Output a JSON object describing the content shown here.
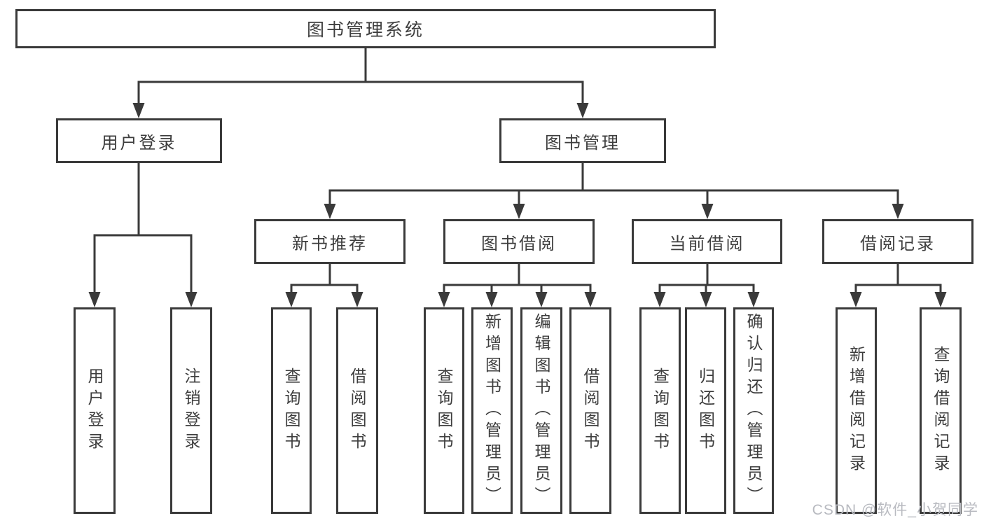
{
  "diagram": {
    "root": {
      "label": "图书管理系统"
    },
    "level2": {
      "user_login": {
        "label": "用户登录"
      },
      "book_mgmt": {
        "label": "图书管理"
      }
    },
    "level3": {
      "new_book_rec": {
        "label": "新书推荐"
      },
      "book_borrow": {
        "label": "图书借阅"
      },
      "current_borrow": {
        "label": "当前借阅"
      },
      "borrow_record": {
        "label": "借阅记录"
      }
    },
    "leaves": {
      "user_login": {
        "label": "用户登录"
      },
      "logout": {
        "label": "注销登录"
      },
      "rec_query_book": {
        "label": "查询图书"
      },
      "rec_borrow_book": {
        "label": "借阅图书"
      },
      "borrow_query_book": {
        "label": "查询图书"
      },
      "borrow_add_book": {
        "label": "新增图书（管理员）"
      },
      "borrow_edit_book": {
        "label": "编辑图书（管理员）"
      },
      "borrow_borrow_book": {
        "label": "借阅图书"
      },
      "current_query_book": {
        "label": "查询图书"
      },
      "current_return_book": {
        "label": "归还图书"
      },
      "current_confirm_return": {
        "label": "确认归还（管理员）"
      },
      "record_add": {
        "label": "新增借阅记录"
      },
      "record_query": {
        "label": "查询借阅记录"
      }
    },
    "watermark": "CSDN @软件_小贺同学",
    "colors": {
      "line": "#3a3a3a",
      "text": "#3d3d3d",
      "watermark": "#b8bac0",
      "background": "#ffffff"
    }
  }
}
